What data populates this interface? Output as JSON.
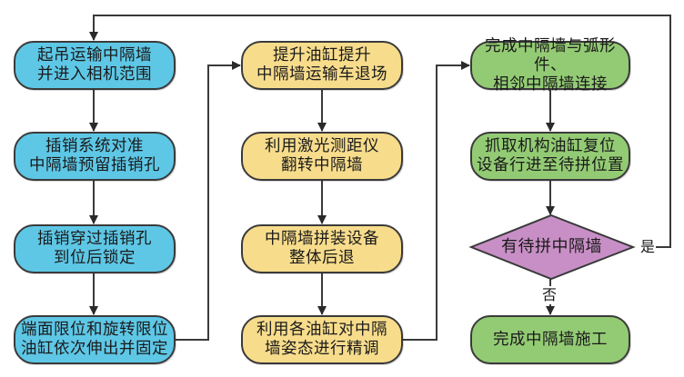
{
  "colors": {
    "column1": "#5ec7e6",
    "column2": "#f7dc8c",
    "column3": "#93cb74",
    "decision": "#c88fc6",
    "stroke": "#3a3a3a"
  },
  "column1": [
    {
      "text": "起吊运输中隔墙\n并进入相机范围"
    },
    {
      "text": "插销系统对准\n中隔墙预留插销孔"
    },
    {
      "text": "插销穿过插销孔\n到位后锁定"
    },
    {
      "text": "端面限位和旋转限位\n油缸依次伸出并固定"
    }
  ],
  "column2": [
    {
      "text": "提升油缸提升\n中隔墙运输车退场"
    },
    {
      "text": "利用激光测距仪\n翻转中隔墙"
    },
    {
      "text": "中隔墙拼装设备\n整体后退"
    },
    {
      "text": "利用各油缸对中隔\n墙姿态进行精调"
    }
  ],
  "column3": [
    {
      "text": "完成中隔墙与弧形件、\n相邻中隔墙连接"
    },
    {
      "text": "抓取机构油缸复位\n设备行进至待拼位置"
    }
  ],
  "decision": {
    "text": "有待拼中隔墙",
    "yes_label": "是",
    "no_label": "否"
  },
  "end": {
    "text": "完成中隔墙施工"
  }
}
